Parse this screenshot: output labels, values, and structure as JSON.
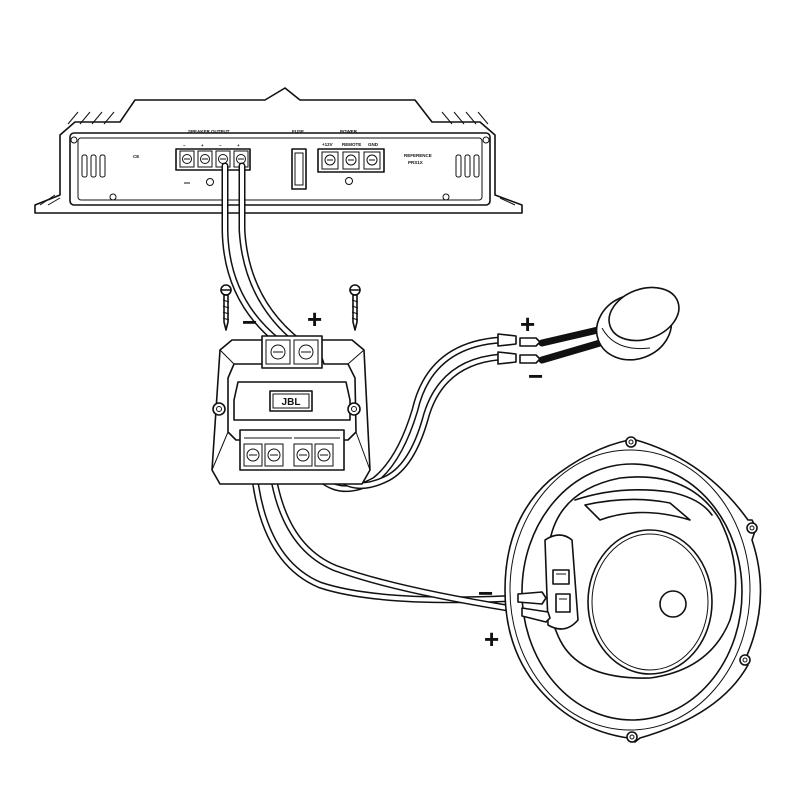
{
  "amplifier": {
    "speaker_output_label": "SPEAKER OUTPUT",
    "fuse_label": "FUSE",
    "power_label": "POWER",
    "power_terminals": [
      "+12V",
      "REMOTE",
      "GND"
    ],
    "speaker_terms": [
      "−",
      "+",
      "−",
      "+"
    ],
    "ce_mark": "CE",
    "reference_label": "REFERENCE",
    "model_label": "PRS1X"
  },
  "crossover": {
    "brand": "JBL"
  },
  "input_polarity": {
    "minus": "−",
    "plus": "+"
  },
  "tweeter_polarity": {
    "plus": "+",
    "minus": "−"
  },
  "woofer_polarity": {
    "minus": "−",
    "plus": "+"
  }
}
